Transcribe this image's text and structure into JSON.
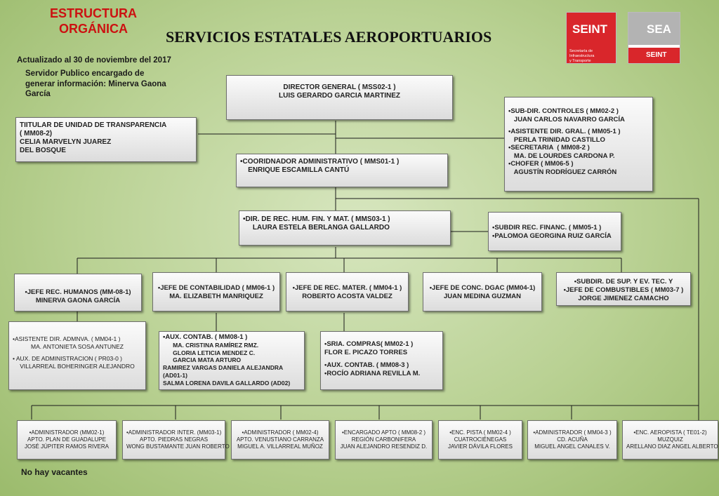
{
  "header": {
    "badge_line1": "ESTRUCTURA",
    "badge_line2": "ORGÁNICA",
    "title": "SERVICIOS ESTATALES AEROPORTUARIOS",
    "updated": "Actualizado al  30 de noviembre del 2017",
    "responsible": [
      "Servidor Publico encargado de",
      "generar información: Minerva Gaona",
      "García"
    ]
  },
  "logos": {
    "seint_text": "SEINT",
    "seint_caption": [
      "Secretaría de Infraestructura",
      "y Transporte"
    ],
    "sea_text": "SEA",
    "sea_sub": "SEINT",
    "seint_color": "#d9262b",
    "sea_gray": "#b3b3b3"
  },
  "nodes": {
    "director": [
      "DIRECTOR GENERAL  ( MSS02-1 )",
      "LUIS GERARDO GARCIA MARTINEZ"
    ],
    "transparencia": [
      "TIITULAR DE UNIDAD DE TRANSPARENCIA",
      "( MM08-2)",
      "CELIA MARVELYN JUAREZ",
      "DEL BOSQUE"
    ],
    "staff": [
      "•SUB-DIR. CONTROLES ( MM02-2 )",
      "   JUAN CARLOS NAVARRO GARCÍA",
      "•ASISTENTE DIR. GRAL. ( MM05-1 )",
      "   PERLA TRINIDAD CASTILLO",
      "•SECRETARIA  ( MM08-2 )",
      "   MA. DE LOURDES CARDONA P.",
      "•CHOFER ( MM06-5 )",
      "   AGUSTÍN RODRÍGUEZ CARRÓN"
    ],
    "coordinador": [
      "•COORIDNADOR ADMINISTRATIVO ( MMS01-1 )",
      "    ENRIQUE ESCAMILLA CANTÚ"
    ],
    "dir_rec": [
      "•DIR. DE REC. HUM. FIN. Y MAT. ( MMS03-1 )",
      "     LAURA ESTELA BERLANGA GALLARDO"
    ],
    "subdir_financ": [
      "•SUBDIR REC. FINANC. ( MM05-1 )",
      "•PALOMOA GEORGINA RUIZ GARCÍA"
    ],
    "jefe_rh": [
      "•JEFE REC. HUMANOS (MM-08-1)",
      "MINERVA GAONA GARCÍA"
    ],
    "jefe_cont": [
      "•JEFE DE CONTABILIDAD ( MM06-1 )",
      "MA. ELIZABETH MANRIQUEZ"
    ],
    "jefe_mat": [
      "•JEFE DE REC. MATER. ( MM04-1 )",
      "ROBERTO ACOSTA VALDEZ"
    ],
    "jefe_conc": [
      "•JEFE DE CONC. DGAC (MM04-1)",
      "JUAN MEDINA GUZMAN"
    ],
    "subdir_sup": [
      "•SUBDIR. DE SUP. Y EV. TEC. Y",
      "•JEFE DE COMBUSTIBLES ( MM03-7 )",
      "JORGE JIMENEZ CAMACHO"
    ],
    "asistente": [
      "•ASISTENTE DIR. ADMNVA. ( MM04-1 )",
      "MA. ANTONIETA SOSA ANTUNEZ",
      "• AUX. DE ADMINISTRACION ( PR03-0 )",
      "VILLARREAL BOHERINGER ALEJANDRO"
    ],
    "aux_contab": [
      "•AUX. CONTAB. ( MM08-1 )",
      "      MA. CRISTINA RAMÍREZ RMZ.",
      "      GLORIA LETICIA MENDEZ C.",
      "      GARCIA MATA ARTURO",
      "RAMIREZ VARGAS DANIELA ALEJANDRA",
      "(AD01-1)",
      "SALMA LORENA DAVILA GALLARDO (AD02)"
    ],
    "compras": [
      "•SRIA. COMPRAS( MM02-1 )",
      "FLOR E. PICAZO TORRES",
      "•AUX. CONTAB. ( MM08-3 )",
      "•ROCÍO ADRIANA REVILLA M."
    ],
    "airports": [
      [
        "•ADMINISTRADOR  (MM02-1)",
        "APTO. PLAN DE GUADALUPE",
        "JOSÉ JÚPITER RAMOS RIVERA"
      ],
      [
        "•ADMINISTRADOR INTER. (MM03-1)",
        "APTO. PIEDRAS NEGRAS",
        "WONG BUSTAMANTE JUAN ROBERTO"
      ],
      [
        "•ADMINISTRADOR ( MM02-4)",
        "APTO. VENUSTIANO CARRANZA",
        "MIGUEL A. VILLARREAL MUÑOZ"
      ],
      [
        "•ENCARGADO APTO ( MM08-2 )",
        "REGIÓN CARBONIFERA",
        "JUAN ALEJANDRO RESENDIZ D."
      ],
      [
        "•ENC. PISTA ( MM02-4 )",
        "CUATROCIÉNEGAS",
        "JAVIER DÁVILA FLORES"
      ],
      [
        "•ADMINISTRADOR ( MM04-3 )",
        "CD. ACUÑA",
        "MIGUEL ANGEL CANALES V."
      ],
      [
        "•ENC. AEROPISTA ( TE01-2)",
        "MUZQUIZ",
        "ARELLANO DIAZ ANGEL ALBERTO"
      ]
    ]
  },
  "footer": {
    "vacancies": "No hay vacantes"
  }
}
